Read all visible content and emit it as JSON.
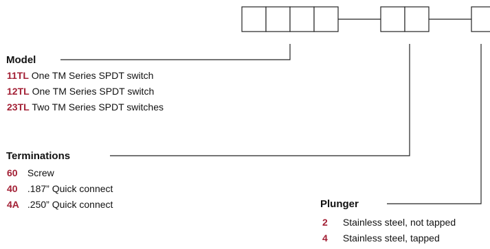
{
  "sections": {
    "model": {
      "heading": "Model",
      "items": [
        {
          "code": "11TL",
          "text": "One TM Series SPDT switch"
        },
        {
          "code": "12TL",
          "text": "One TM Series SPDT switch"
        },
        {
          "code": "23TL",
          "text": "Two TM Series SPDT switches"
        }
      ]
    },
    "terminations": {
      "heading": "Terminations",
      "items": [
        {
          "code": "60",
          "text": "Screw"
        },
        {
          "code": "40",
          "text": ".187” Quick connect"
        },
        {
          "code": "4A",
          "text": ".250” Quick connect"
        }
      ]
    },
    "plunger": {
      "heading": "Plunger",
      "items": [
        {
          "code": "2",
          "text": "Stainless steel, not tapped"
        },
        {
          "code": "4",
          "text": "Stainless steel, tapped"
        }
      ]
    }
  },
  "colors": {
    "code": "#a32035",
    "text": "#111111",
    "line": "#222222"
  }
}
